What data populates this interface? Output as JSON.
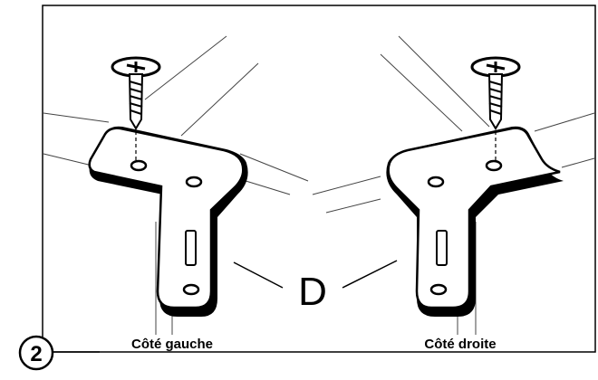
{
  "step": {
    "number": "2"
  },
  "callout": {
    "letter": "D"
  },
  "labels": {
    "left": "Côté gauche",
    "right": "Côté droite"
  },
  "colors": {
    "ink": "#000000",
    "paper": "#ffffff",
    "guide": "#444444"
  },
  "icons": {
    "screw": "screw-icon",
    "bracket": "angle-bracket-icon"
  }
}
